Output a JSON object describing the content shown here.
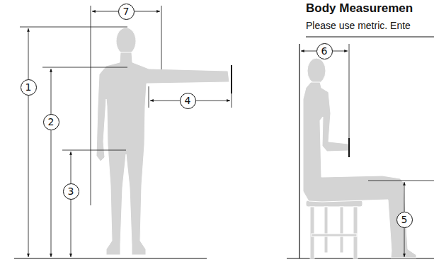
{
  "diagram": {
    "title": "Body Measuremen",
    "nodes": [
      {
        "text": [
          "1"
        ]
      },
      {
        "text": [
          "2"
        ]
      },
      {
        "text": [
          "3"
        ]
      },
      {
        "text": [
          "4"
        ]
      },
      {
        "text": [
          "5"
        ]
      },
      {
        "text": [
          "6"
        ]
      },
      {
        "text": [
          "7"
        ]
      }
    ],
    "labels": [
      "Please use metric. Ente"
    ]
  }
}
